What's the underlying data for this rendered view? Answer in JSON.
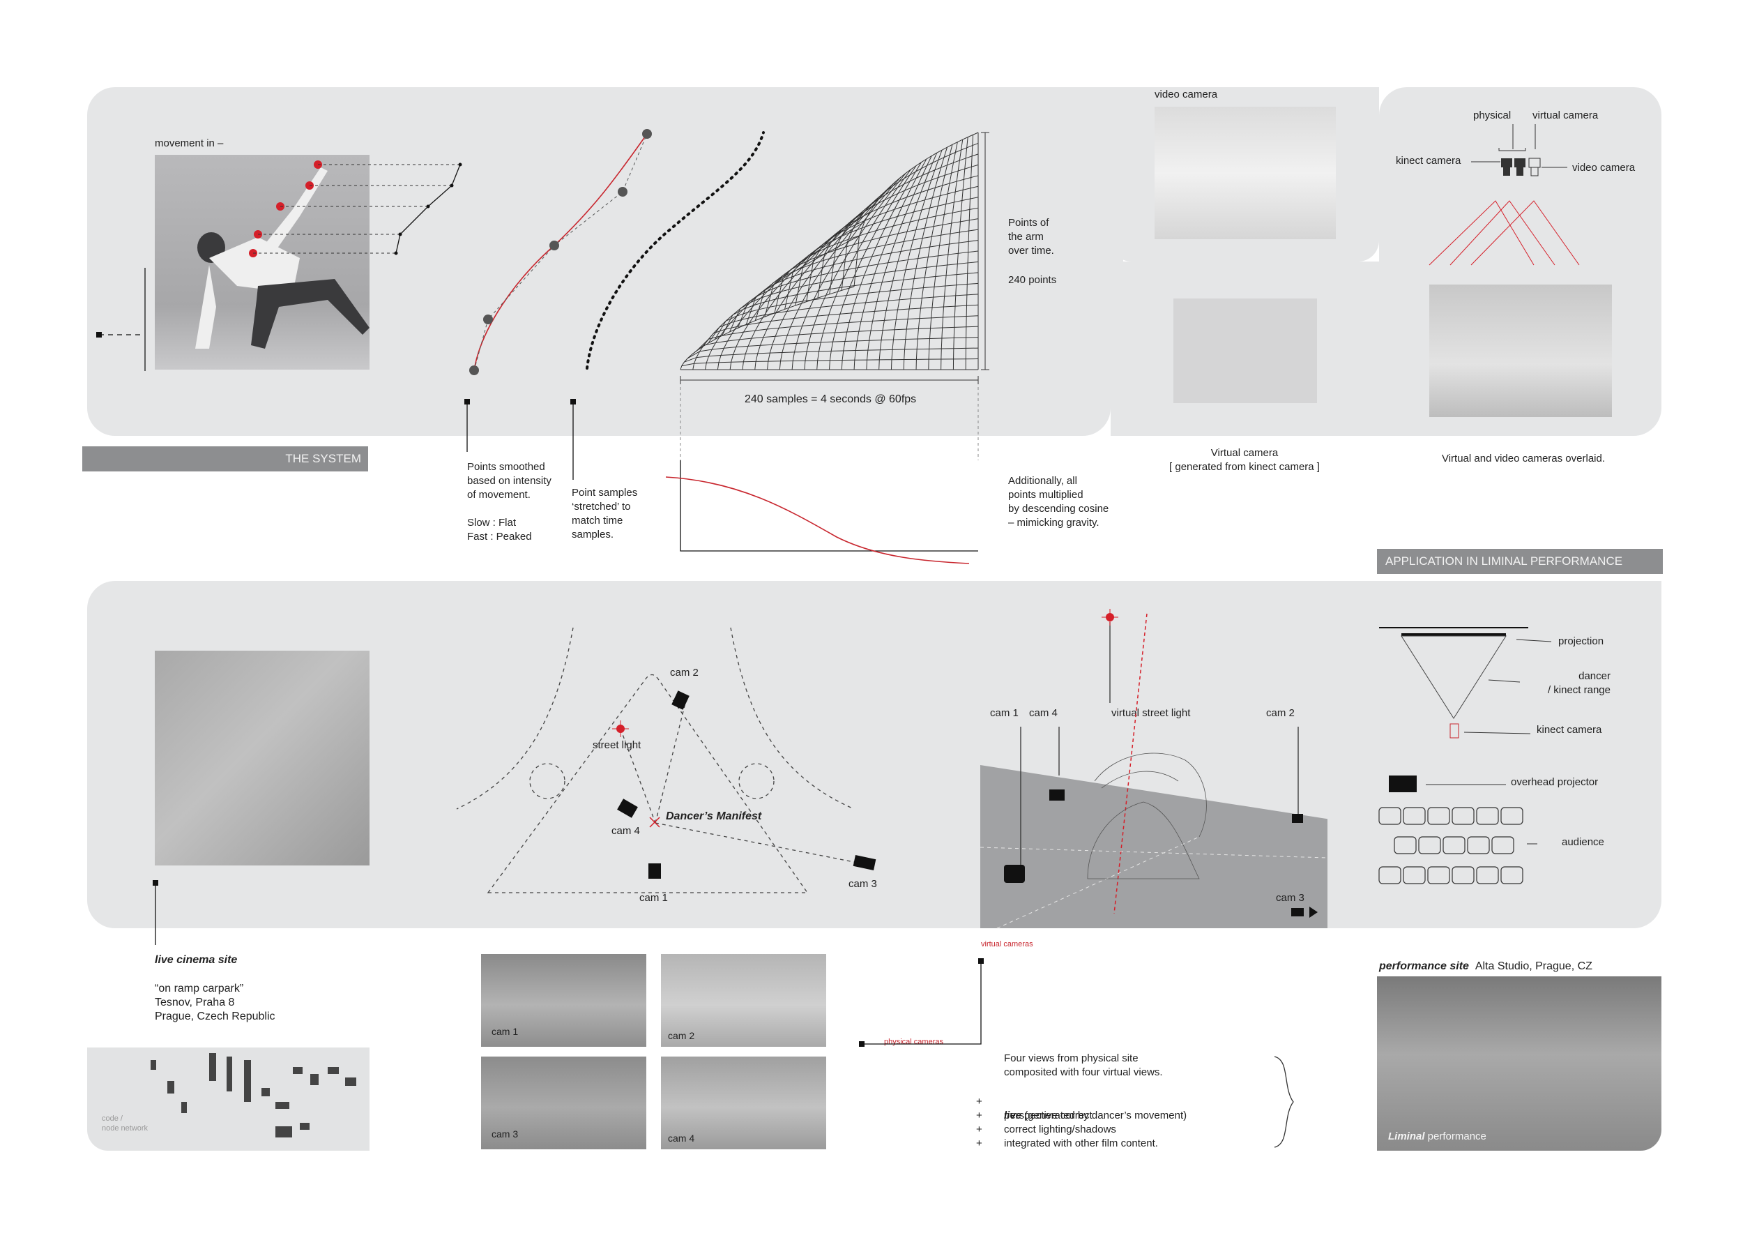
{
  "top": {
    "movement_label": "movement in –",
    "system_label": "THE SYSTEM",
    "points_of_arm": "Points of\nthe arm\nover time.",
    "points_count": "240 points",
    "samples_label": "240 samples = 4 seconds @ 60fps",
    "smoothed_note": "Points smoothed\nbased on intensity\nof movement.",
    "slow_fast": "Slow : Flat\nFast : Peaked",
    "stretched_note": "Point samples\n‘stretched’ to\nmatch time\nsamples.",
    "gravity_note": "Additionally, all\npoints multiplied\nby descending cosine\n– mimicking gravity.",
    "video_camera_label": "video camera",
    "virtual_camera_caption": "Virtual camera\n[ generated from kinect camera ]",
    "overlaid_caption": "Virtual and video cameras overlaid.",
    "rig_physical": "physical",
    "rig_virtual": "virtual camera",
    "rig_kinect": "kinect camera",
    "rig_video": "video camera"
  },
  "application": {
    "title": "APPLICATION IN LIMINAL PERFORMANCE",
    "cam1": "cam 1",
    "cam2": "cam 2",
    "cam3": "cam 3",
    "cam4": "cam 4",
    "street_light": "street light",
    "dancers_manifest": "Dancer’s Manifest",
    "virtual_street_light": "virtual street light",
    "virtual_cameras": "virtual cameras",
    "physical_cameras": "physical cameras",
    "projection": "projection",
    "dancer_range": "dancer\n/ kinect range",
    "kinect_camera": "kinect camera",
    "overhead_projector": "overhead projector",
    "audience": "audience"
  },
  "bottom": {
    "live_cinema_site": "live cinema site",
    "site_address": "“on ramp carpark”\nTesnov, Praha 8\nPrague, Czech Republic",
    "code_network": "code /\nnode network",
    "four_views": "Four views from physical site\ncomposited with four virtual views.",
    "live_word": "live",
    "live_rest": " (generated by dancer’s movement)",
    "bullets": [
      "perspective correct",
      "correct lighting/shadows",
      "integrated with other film content."
    ],
    "plus": "+",
    "performance_site_bold": "performance site",
    "performance_site_rest": "Alta Studio, Prague, CZ",
    "liminal_word": "Liminal",
    "performance_word": " performance"
  },
  "colors": {
    "panel": "#e5e6e7",
    "accent_red": "#c8262e",
    "label_bar": "#8d8e90"
  }
}
